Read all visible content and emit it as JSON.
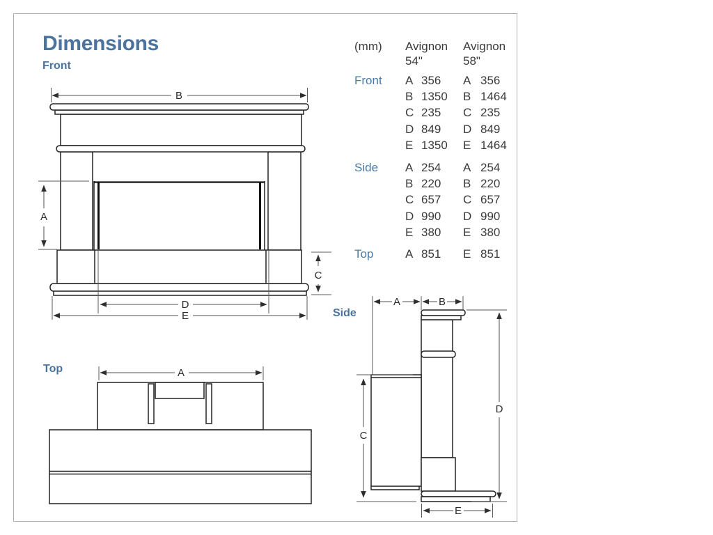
{
  "page": {
    "title": "Dimensions",
    "accent_color": "#4a739e",
    "drawing_line_color": "#222222",
    "frame_border_color": "#b0b0b0"
  },
  "dim_labels": {
    "a": "A",
    "b": "B",
    "c": "C",
    "d": "D",
    "e": "E"
  },
  "views": {
    "front": {
      "caption": "Front"
    },
    "top": {
      "caption": "Top"
    },
    "side": {
      "caption": "Side"
    }
  },
  "table": {
    "unit_label": "(mm)",
    "columns": [
      "Avignon\n54\"",
      "Avignon\n58\""
    ],
    "sections": [
      {
        "label": "Front",
        "rows": [
          [
            "A",
            "356",
            "A",
            "356"
          ],
          [
            "B",
            "1350",
            "B",
            "1464"
          ],
          [
            "C",
            "235",
            "C",
            "235"
          ],
          [
            "D",
            "849",
            "D",
            "849"
          ],
          [
            "E",
            "1350",
            "E",
            "1464"
          ]
        ]
      },
      {
        "label": "Side",
        "rows": [
          [
            "A",
            "254",
            "A",
            "254"
          ],
          [
            "B",
            "220",
            "B",
            "220"
          ],
          [
            "C",
            "657",
            "C",
            "657"
          ],
          [
            "D",
            "990",
            "D",
            "990"
          ],
          [
            "E",
            "380",
            "E",
            "380"
          ]
        ]
      },
      {
        "label": "Top",
        "rows": [
          [
            "A",
            "851",
            "E",
            "851"
          ]
        ]
      }
    ]
  }
}
